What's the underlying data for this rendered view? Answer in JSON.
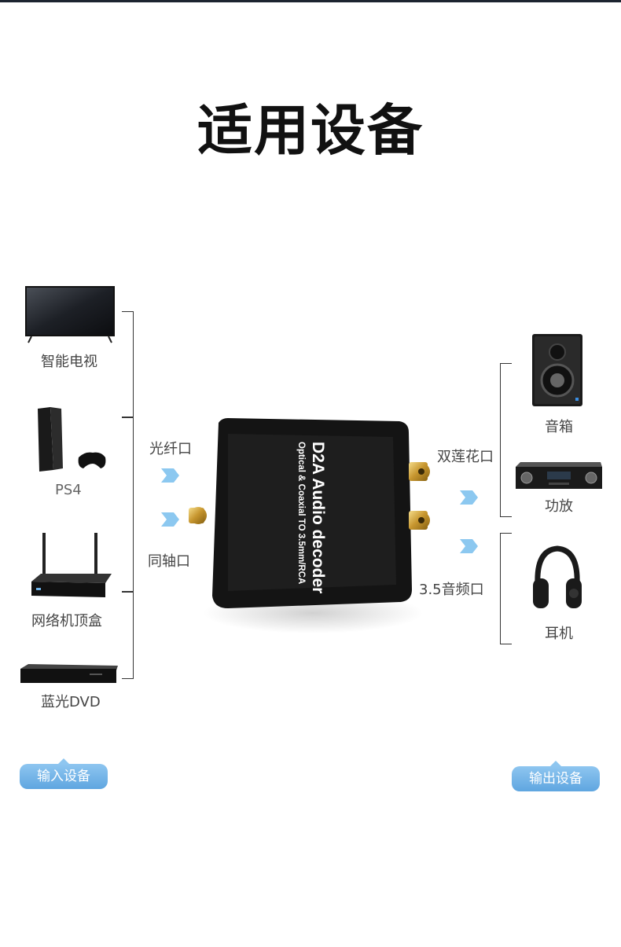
{
  "title": "适用设备",
  "inputs": {
    "label": "输入设备",
    "devices": [
      {
        "name": "智能电视",
        "icon": "smart-tv-icon"
      },
      {
        "name": "PS4",
        "icon": "game-console-icon"
      },
      {
        "name": "网络机顶盒",
        "icon": "router-box-icon"
      },
      {
        "name": "蓝光DVD",
        "icon": "bluray-player-icon"
      }
    ],
    "ports": {
      "optical": "光纤口",
      "coaxial": "同轴口"
    }
  },
  "outputs": {
    "label": "输出设备",
    "devices": [
      {
        "name": "音箱",
        "icon": "speaker-icon"
      },
      {
        "name": "功放",
        "icon": "amplifier-icon"
      },
      {
        "name": "耳机",
        "icon": "headphones-icon"
      }
    ],
    "ports": {
      "rca": "双莲花口",
      "jack": "3.5音频口"
    }
  },
  "product": {
    "name": "D2A Audio decoder",
    "subtitle": "Optical & Coaxial TO 3.5mm/RCA"
  },
  "colors": {
    "accent": "#6fb3e8",
    "arrow": "#8cc8f0"
  }
}
